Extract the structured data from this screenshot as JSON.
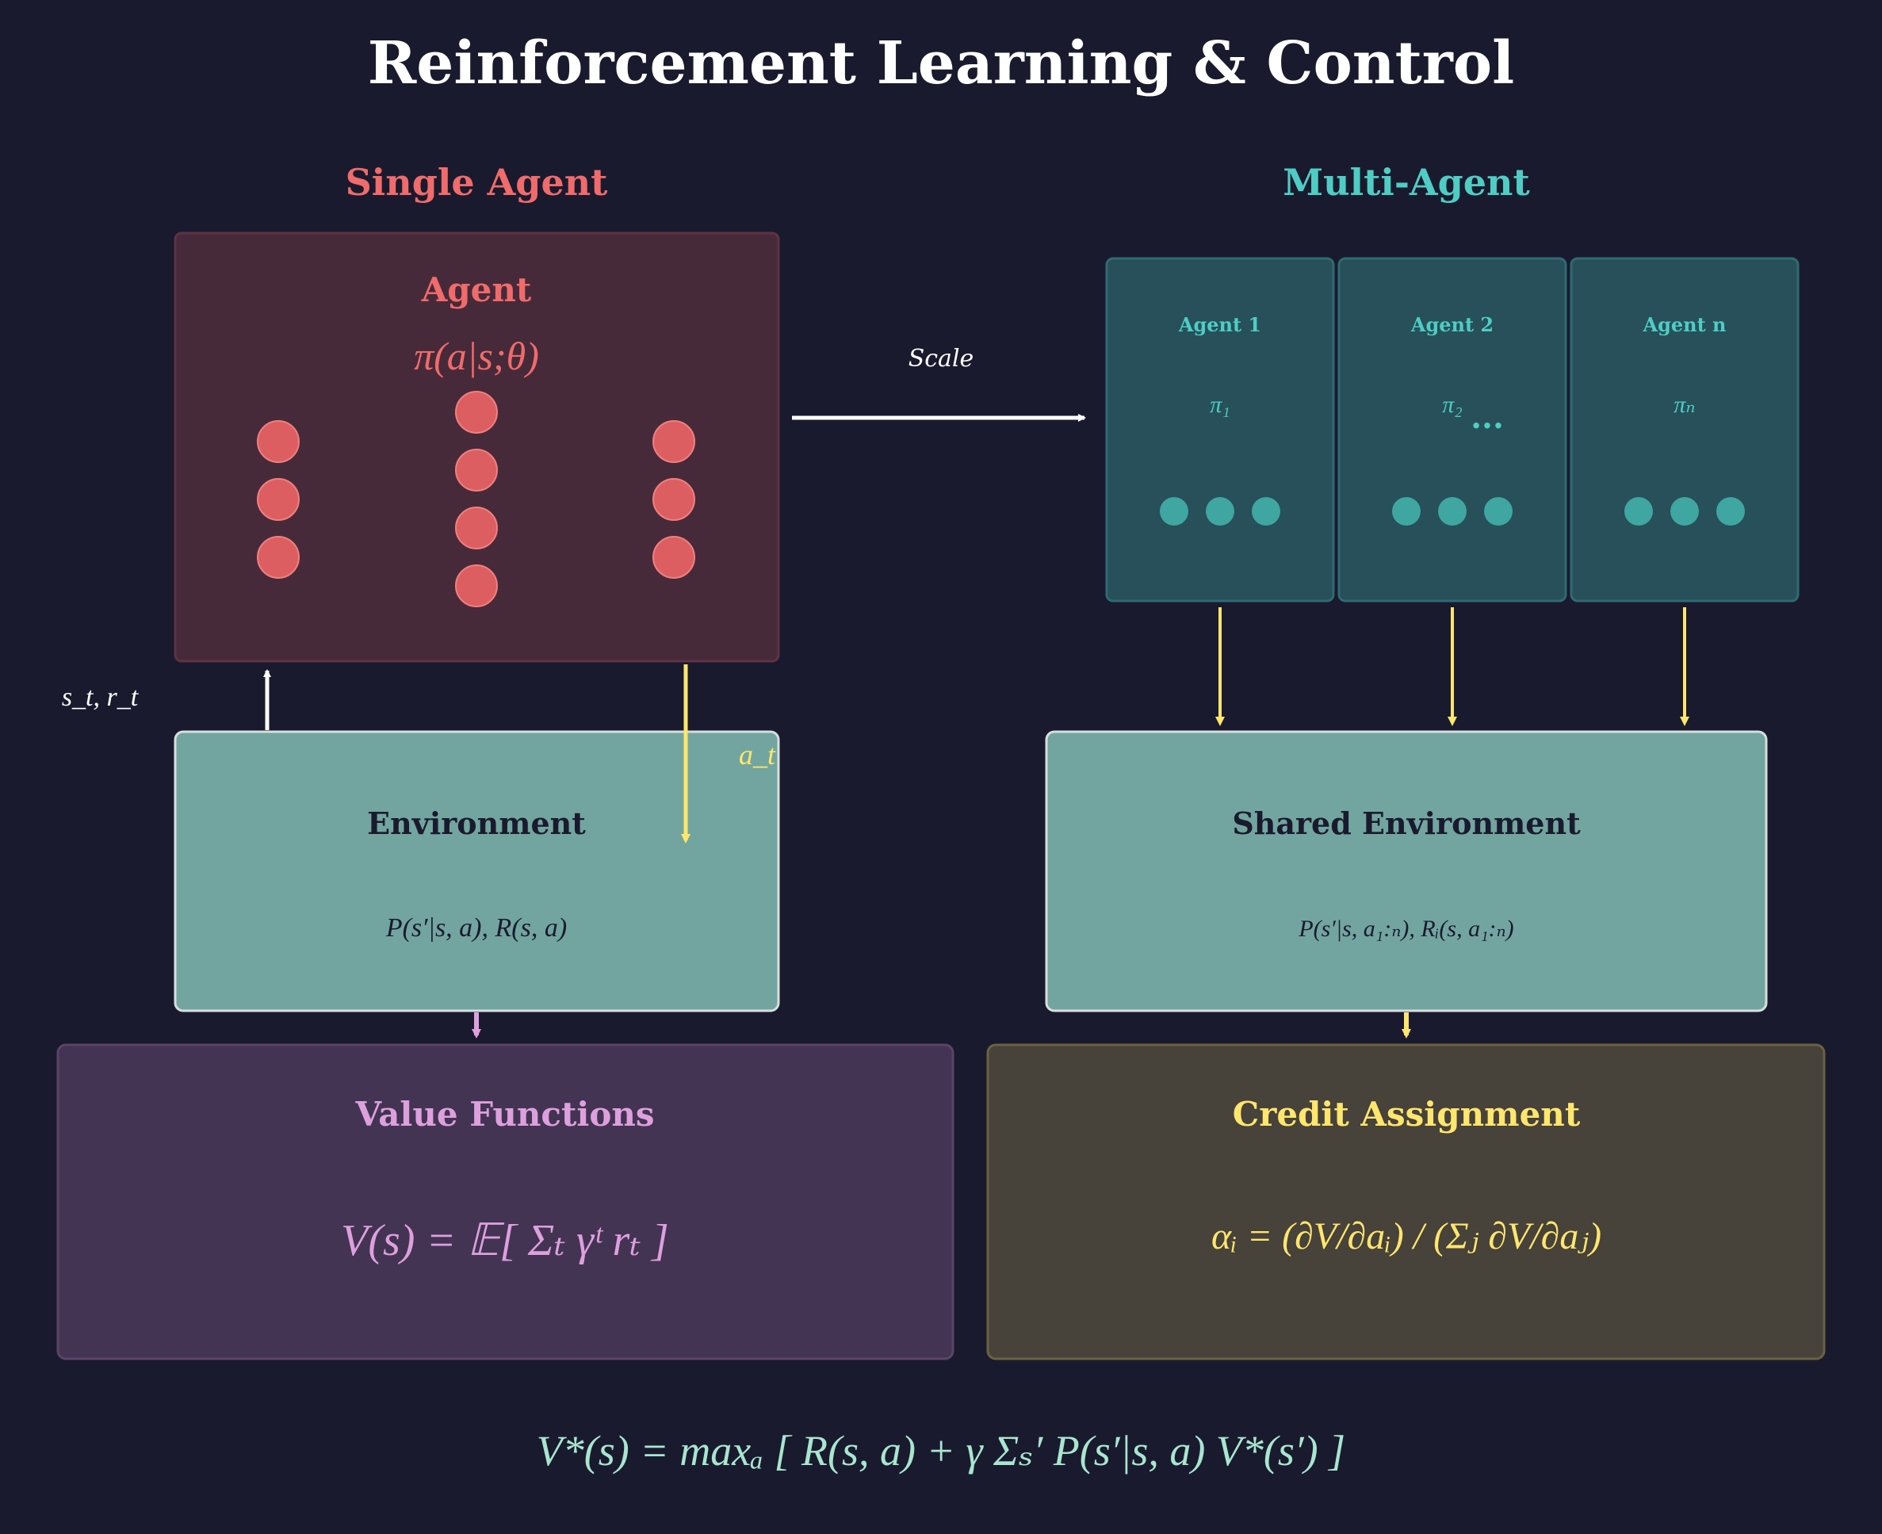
{
  "title": "Reinforcement Learning & Control",
  "colors": {
    "background": "#1a1a2e",
    "single_agent": "#f06b6b",
    "multi_agent": "#4ecdc4",
    "environment": "#72a5a0",
    "environment_text": "#1a1a2e",
    "value_functions": "#dda0dd",
    "credit_assignment": "#ffe66d",
    "action_arrow": "#ffe66d",
    "white": "#ffffff",
    "bellman": "#a8e6cf"
  },
  "single": {
    "heading": "Single Agent",
    "agent_title": "Agent",
    "policy": "π(a|s;θ)",
    "state_reward": "s_t, r_t",
    "action": "a_t",
    "env_title": "Environment",
    "env_formula": "P(s′|s, a), R(s, a)",
    "value_title": "Value Functions",
    "value_formula": "V(s) = 𝔼[ Σₜ γᵗ rₜ ]"
  },
  "scale_label": "Scale",
  "multi": {
    "heading": "Multi-Agent",
    "agents": [
      {
        "title": "Agent 1",
        "policy": "π₁"
      },
      {
        "title": "Agent 2",
        "policy": "π₂"
      },
      {
        "title": "Agent n",
        "policy": "πₙ"
      }
    ],
    "ellipsis": "...",
    "env_title": "Shared Environment",
    "env_formula": "P(s′|s, a₁:ₙ), Rᵢ(s, a₁:ₙ)",
    "credit_title": "Credit Assignment",
    "credit_formula": "αᵢ = (∂V/∂aᵢ) / (Σⱼ ∂V/∂aⱼ)"
  },
  "bellman": "V*(s) = maxₐ [ R(s, a) + γ Σₛ′ P(s′|s, a) V*(s′) ]"
}
